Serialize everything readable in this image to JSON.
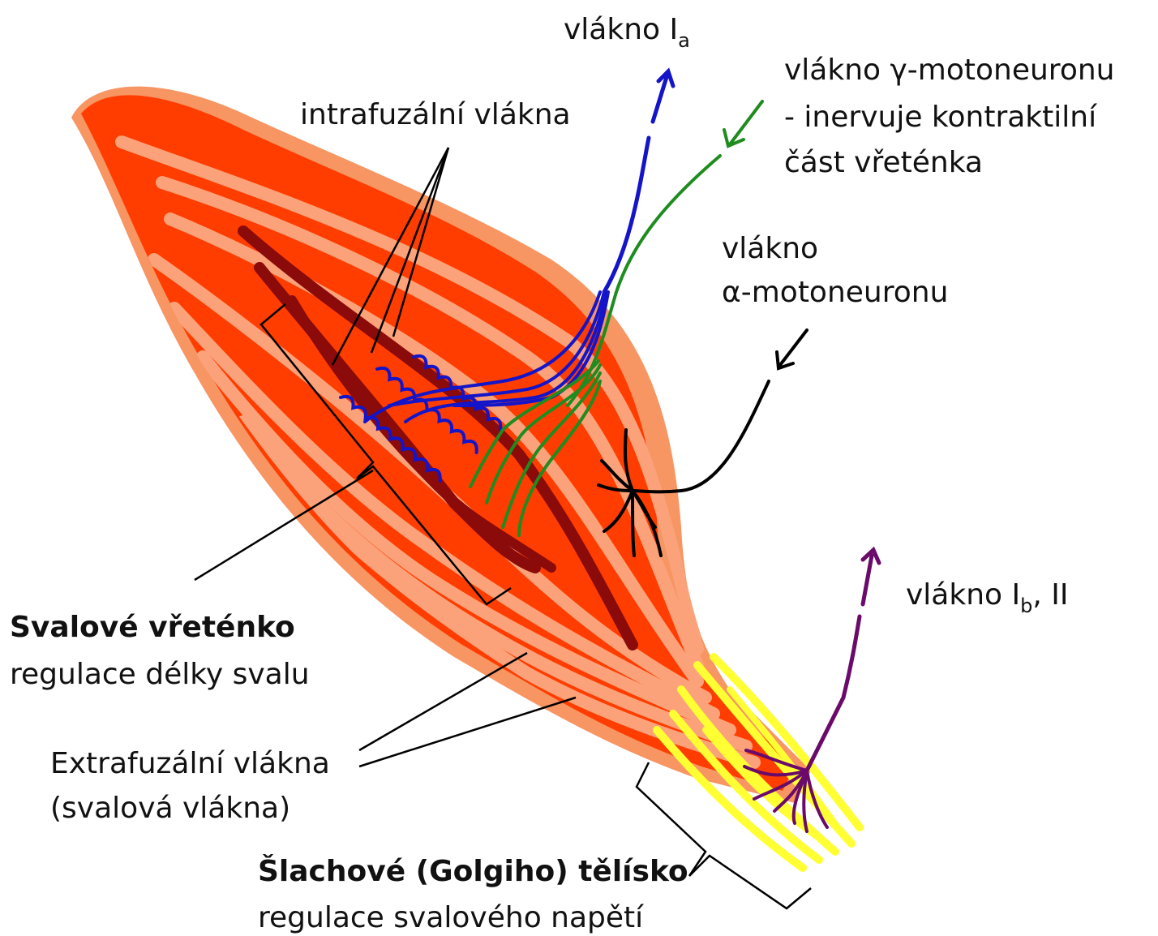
{
  "colors": {
    "muscle_outer": "#F79563",
    "muscle_fiber": "#FF3D00",
    "fiber_gap": "#FBA27A",
    "intrafusal": "#8B0A0A",
    "afferent_Ia": "#1414C8",
    "gamma_motor": "#1E8C1E",
    "alpha_motor": "#000000",
    "afferent_Ib": "#6A0A6A",
    "tendon": "#FFFF33"
  },
  "labels": {
    "vlakno_ia": {
      "text": "vlákno I",
      "sub": "a"
    },
    "vlakno_gamma": [
      "vlákno γ-motoneuronu",
      "- inervuje kontraktilní",
      "část vřeténka"
    ],
    "intrafuzalni": "intrafuzální vlákna",
    "vlakno_alpha": [
      "vlákno",
      "α-motoneuronu"
    ],
    "vlakno_ib": {
      "text": "vlákno I",
      "sub": "b",
      "suffix": ", II"
    },
    "svalove_vretenko": {
      "title": "Svalové vřeténko",
      "desc": "regulace délky svalu"
    },
    "extrafuzalni": [
      "Extrafuzální vlákna",
      "(svalová vlákna)"
    ],
    "slachove": {
      "title": "Šlachové (Golgiho) tělísko",
      "desc": "regulace svalového napětí"
    }
  }
}
